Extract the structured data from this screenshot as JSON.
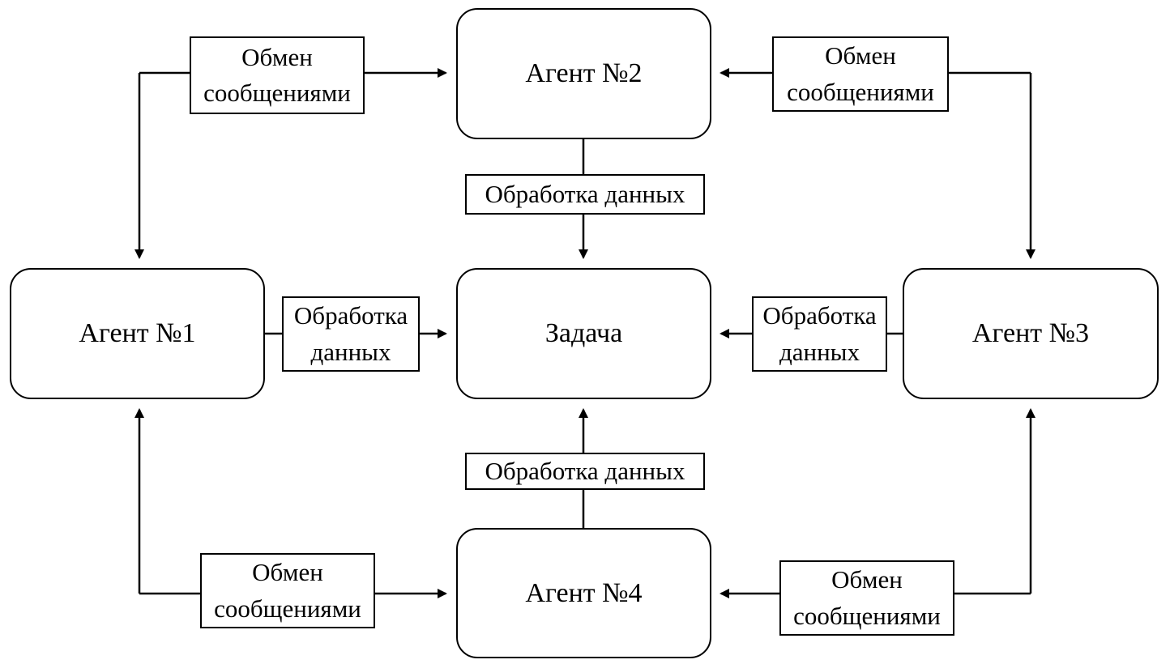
{
  "nodes": {
    "task": "Задача",
    "agent1": "Агент №1",
    "agent2": "Агент №2",
    "agent3": "Агент №3",
    "agent4": "Агент №4"
  },
  "edge_labels": {
    "messages_line1": "Обмен",
    "messages_line2": "сообщениями",
    "processing_one_line": "Обработка данных",
    "processing_line1": "Обработка",
    "processing_line2": "данных"
  }
}
